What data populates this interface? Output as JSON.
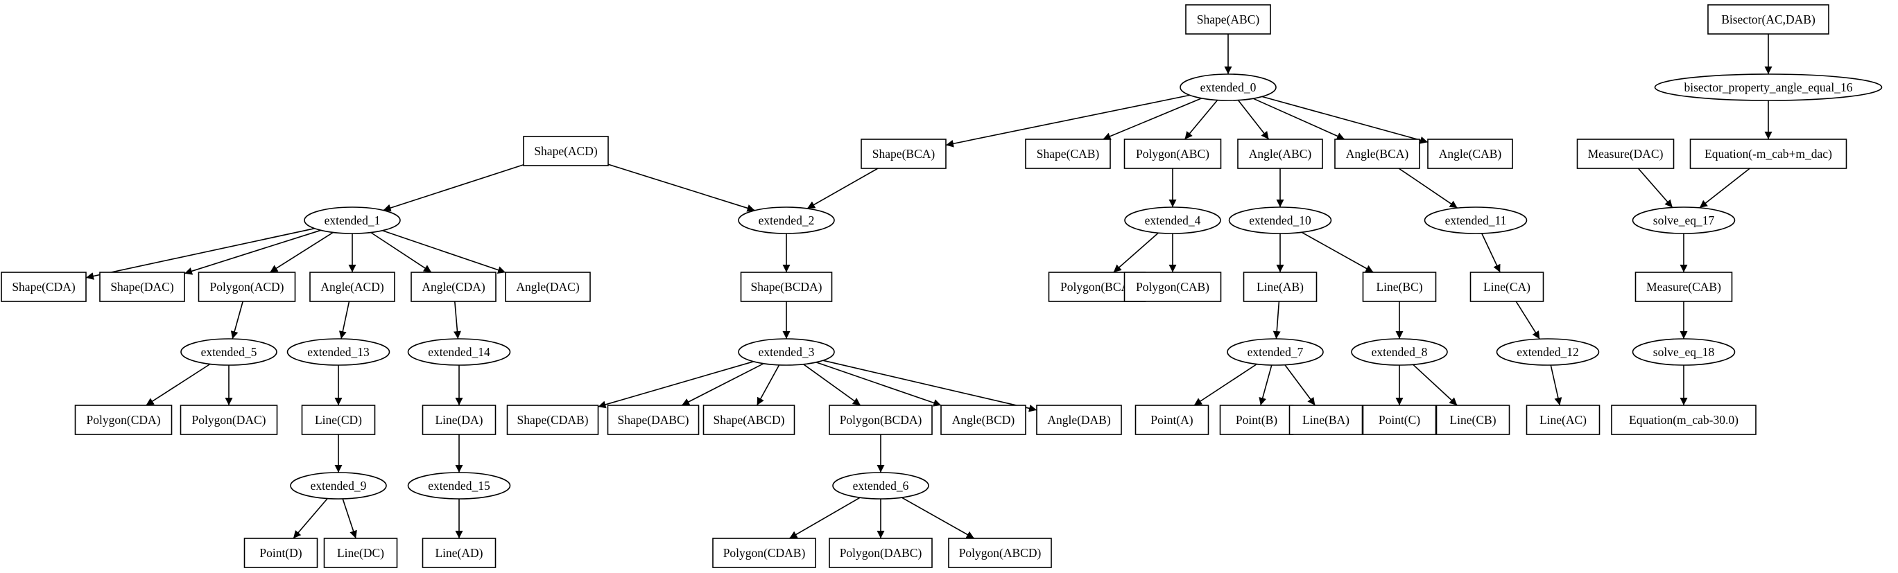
{
  "nodes": [
    {
      "id": "shape_abc",
      "label": "Shape(ABC)",
      "shape": "box"
    },
    {
      "id": "extended_0",
      "label": "extended_0",
      "shape": "ellipse"
    },
    {
      "id": "shape_bca",
      "label": "Shape(BCA)",
      "shape": "box"
    },
    {
      "id": "shape_cab",
      "label": "Shape(CAB)",
      "shape": "box"
    },
    {
      "id": "polygon_abc",
      "label": "Polygon(ABC)",
      "shape": "box"
    },
    {
      "id": "angle_abc",
      "label": "Angle(ABC)",
      "shape": "box"
    },
    {
      "id": "angle_bca",
      "label": "Angle(BCA)",
      "shape": "box"
    },
    {
      "id": "angle_cab",
      "label": "Angle(CAB)",
      "shape": "box"
    },
    {
      "id": "shape_acd",
      "label": "Shape(ACD)",
      "shape": "box"
    },
    {
      "id": "extended_1",
      "label": "extended_1",
      "shape": "ellipse"
    },
    {
      "id": "extended_2",
      "label": "extended_2",
      "shape": "ellipse"
    },
    {
      "id": "shape_cda",
      "label": "Shape(CDA)",
      "shape": "box"
    },
    {
      "id": "shape_dac",
      "label": "Shape(DAC)",
      "shape": "box"
    },
    {
      "id": "polygon_acd",
      "label": "Polygon(ACD)",
      "shape": "box"
    },
    {
      "id": "angle_acd",
      "label": "Angle(ACD)",
      "shape": "box"
    },
    {
      "id": "angle_cda",
      "label": "Angle(CDA)",
      "shape": "box"
    },
    {
      "id": "angle_dac",
      "label": "Angle(DAC)",
      "shape": "box"
    },
    {
      "id": "shape_bcda",
      "label": "Shape(BCDA)",
      "shape": "box"
    },
    {
      "id": "extended_3",
      "label": "extended_3",
      "shape": "ellipse"
    },
    {
      "id": "extended_4",
      "label": "extended_4",
      "shape": "ellipse"
    },
    {
      "id": "polygon_bca",
      "label": "Polygon(BCA)",
      "shape": "box"
    },
    {
      "id": "polygon_cab",
      "label": "Polygon(CAB)",
      "shape": "box"
    },
    {
      "id": "extended_5",
      "label": "extended_5",
      "shape": "ellipse"
    },
    {
      "id": "polygon_cda",
      "label": "Polygon(CDA)",
      "shape": "box"
    },
    {
      "id": "polygon_dac",
      "label": "Polygon(DAC)",
      "shape": "box"
    },
    {
      "id": "extended_13",
      "label": "extended_13",
      "shape": "ellipse"
    },
    {
      "id": "line_cd",
      "label": "Line(CD)",
      "shape": "box"
    },
    {
      "id": "extended_9",
      "label": "extended_9",
      "shape": "ellipse"
    },
    {
      "id": "point_d",
      "label": "Point(D)",
      "shape": "box"
    },
    {
      "id": "line_dc",
      "label": "Line(DC)",
      "shape": "box"
    },
    {
      "id": "extended_14",
      "label": "extended_14",
      "shape": "ellipse"
    },
    {
      "id": "line_da",
      "label": "Line(DA)",
      "shape": "box"
    },
    {
      "id": "extended_15",
      "label": "extended_15",
      "shape": "ellipse"
    },
    {
      "id": "line_ad",
      "label": "Line(AD)",
      "shape": "box"
    },
    {
      "id": "shape_cdab",
      "label": "Shape(CDAB)",
      "shape": "box"
    },
    {
      "id": "shape_dabc",
      "label": "Shape(DABC)",
      "shape": "box"
    },
    {
      "id": "shape_abcd",
      "label": "Shape(ABCD)",
      "shape": "box"
    },
    {
      "id": "polygon_bcda",
      "label": "Polygon(BCDA)",
      "shape": "box"
    },
    {
      "id": "angle_bcd",
      "label": "Angle(BCD)",
      "shape": "box"
    },
    {
      "id": "angle_dab",
      "label": "Angle(DAB)",
      "shape": "box"
    },
    {
      "id": "extended_6",
      "label": "extended_6",
      "shape": "ellipse"
    },
    {
      "id": "polygon_cdab",
      "label": "Polygon(CDAB)",
      "shape": "box"
    },
    {
      "id": "polygon_dabc",
      "label": "Polygon(DABC)",
      "shape": "box"
    },
    {
      "id": "polygon_abcd",
      "label": "Polygon(ABCD)",
      "shape": "box"
    },
    {
      "id": "extended_10",
      "label": "extended_10",
      "shape": "ellipse"
    },
    {
      "id": "line_ab",
      "label": "Line(AB)",
      "shape": "box"
    },
    {
      "id": "line_bc",
      "label": "Line(BC)",
      "shape": "box"
    },
    {
      "id": "extended_7",
      "label": "extended_7",
      "shape": "ellipse"
    },
    {
      "id": "point_a",
      "label": "Point(A)",
      "shape": "box"
    },
    {
      "id": "point_b",
      "label": "Point(B)",
      "shape": "box"
    },
    {
      "id": "line_ba",
      "label": "Line(BA)",
      "shape": "box"
    },
    {
      "id": "extended_8",
      "label": "extended_8",
      "shape": "ellipse"
    },
    {
      "id": "point_c",
      "label": "Point(C)",
      "shape": "box"
    },
    {
      "id": "line_cb",
      "label": "Line(CB)",
      "shape": "box"
    },
    {
      "id": "extended_11",
      "label": "extended_11",
      "shape": "ellipse"
    },
    {
      "id": "line_ca",
      "label": "Line(CA)",
      "shape": "box"
    },
    {
      "id": "extended_12",
      "label": "extended_12",
      "shape": "ellipse"
    },
    {
      "id": "line_ac",
      "label": "Line(AC)",
      "shape": "box"
    },
    {
      "id": "bisector",
      "label": "Bisector(AC,DAB)",
      "shape": "box"
    },
    {
      "id": "bisector_16",
      "label": "bisector_property_angle_equal_16",
      "shape": "ellipse"
    },
    {
      "id": "measure_dac",
      "label": "Measure(DAC)",
      "shape": "box"
    },
    {
      "id": "equation_1",
      "label": "Equation(-m_cab+m_dac)",
      "shape": "box"
    },
    {
      "id": "solve_eq_17",
      "label": "solve_eq_17",
      "shape": "ellipse"
    },
    {
      "id": "measure_cab",
      "label": "Measure(CAB)",
      "shape": "box"
    },
    {
      "id": "solve_eq_18",
      "label": "solve_eq_18",
      "shape": "ellipse"
    },
    {
      "id": "equation_2",
      "label": "Equation(m_cab-30.0)",
      "shape": "box"
    }
  ],
  "edges": [
    [
      "shape_abc",
      "extended_0"
    ],
    [
      "extended_0",
      "shape_bca"
    ],
    [
      "extended_0",
      "shape_cab"
    ],
    [
      "extended_0",
      "polygon_abc"
    ],
    [
      "extended_0",
      "angle_abc"
    ],
    [
      "extended_0",
      "angle_bca"
    ],
    [
      "extended_0",
      "angle_cab"
    ],
    [
      "shape_acd",
      "extended_1"
    ],
    [
      "shape_acd",
      "extended_2"
    ],
    [
      "shape_bca",
      "extended_2"
    ],
    [
      "extended_1",
      "shape_cda"
    ],
    [
      "extended_1",
      "shape_dac"
    ],
    [
      "extended_1",
      "polygon_acd"
    ],
    [
      "extended_1",
      "angle_acd"
    ],
    [
      "extended_1",
      "angle_cda"
    ],
    [
      "extended_1",
      "angle_dac"
    ],
    [
      "extended_2",
      "shape_bcda"
    ],
    [
      "shape_bcda",
      "extended_3"
    ],
    [
      "polygon_abc",
      "extended_4"
    ],
    [
      "extended_4",
      "polygon_bca"
    ],
    [
      "extended_4",
      "polygon_cab"
    ],
    [
      "polygon_acd",
      "extended_5"
    ],
    [
      "extended_5",
      "polygon_cda"
    ],
    [
      "extended_5",
      "polygon_dac"
    ],
    [
      "angle_acd",
      "extended_13"
    ],
    [
      "extended_13",
      "line_cd"
    ],
    [
      "line_cd",
      "extended_9"
    ],
    [
      "extended_9",
      "point_d"
    ],
    [
      "extended_9",
      "line_dc"
    ],
    [
      "angle_cda",
      "extended_14"
    ],
    [
      "extended_14",
      "line_da"
    ],
    [
      "line_da",
      "extended_15"
    ],
    [
      "extended_15",
      "line_ad"
    ],
    [
      "extended_3",
      "shape_cdab"
    ],
    [
      "extended_3",
      "shape_dabc"
    ],
    [
      "extended_3",
      "shape_abcd"
    ],
    [
      "extended_3",
      "polygon_bcda"
    ],
    [
      "extended_3",
      "angle_bcd"
    ],
    [
      "extended_3",
      "angle_dab"
    ],
    [
      "polygon_bcda",
      "extended_6"
    ],
    [
      "extended_6",
      "polygon_cdab"
    ],
    [
      "extended_6",
      "polygon_dabc"
    ],
    [
      "extended_6",
      "polygon_abcd"
    ],
    [
      "angle_abc",
      "extended_10"
    ],
    [
      "extended_10",
      "line_ab"
    ],
    [
      "extended_10",
      "line_bc"
    ],
    [
      "line_ab",
      "extended_7"
    ],
    [
      "extended_7",
      "point_a"
    ],
    [
      "extended_7",
      "point_b"
    ],
    [
      "extended_7",
      "line_ba"
    ],
    [
      "line_bc",
      "extended_8"
    ],
    [
      "extended_8",
      "point_c"
    ],
    [
      "extended_8",
      "line_cb"
    ],
    [
      "angle_bca",
      "extended_11"
    ],
    [
      "extended_11",
      "line_ca"
    ],
    [
      "line_ca",
      "extended_12"
    ],
    [
      "extended_12",
      "line_ac"
    ],
    [
      "bisector",
      "bisector_16"
    ],
    [
      "bisector_16",
      "equation_1"
    ],
    [
      "measure_dac",
      "solve_eq_17"
    ],
    [
      "equation_1",
      "solve_eq_17"
    ],
    [
      "solve_eq_17",
      "measure_cab"
    ],
    [
      "measure_cab",
      "solve_eq_18"
    ],
    [
      "solve_eq_18",
      "equation_2"
    ]
  ]
}
